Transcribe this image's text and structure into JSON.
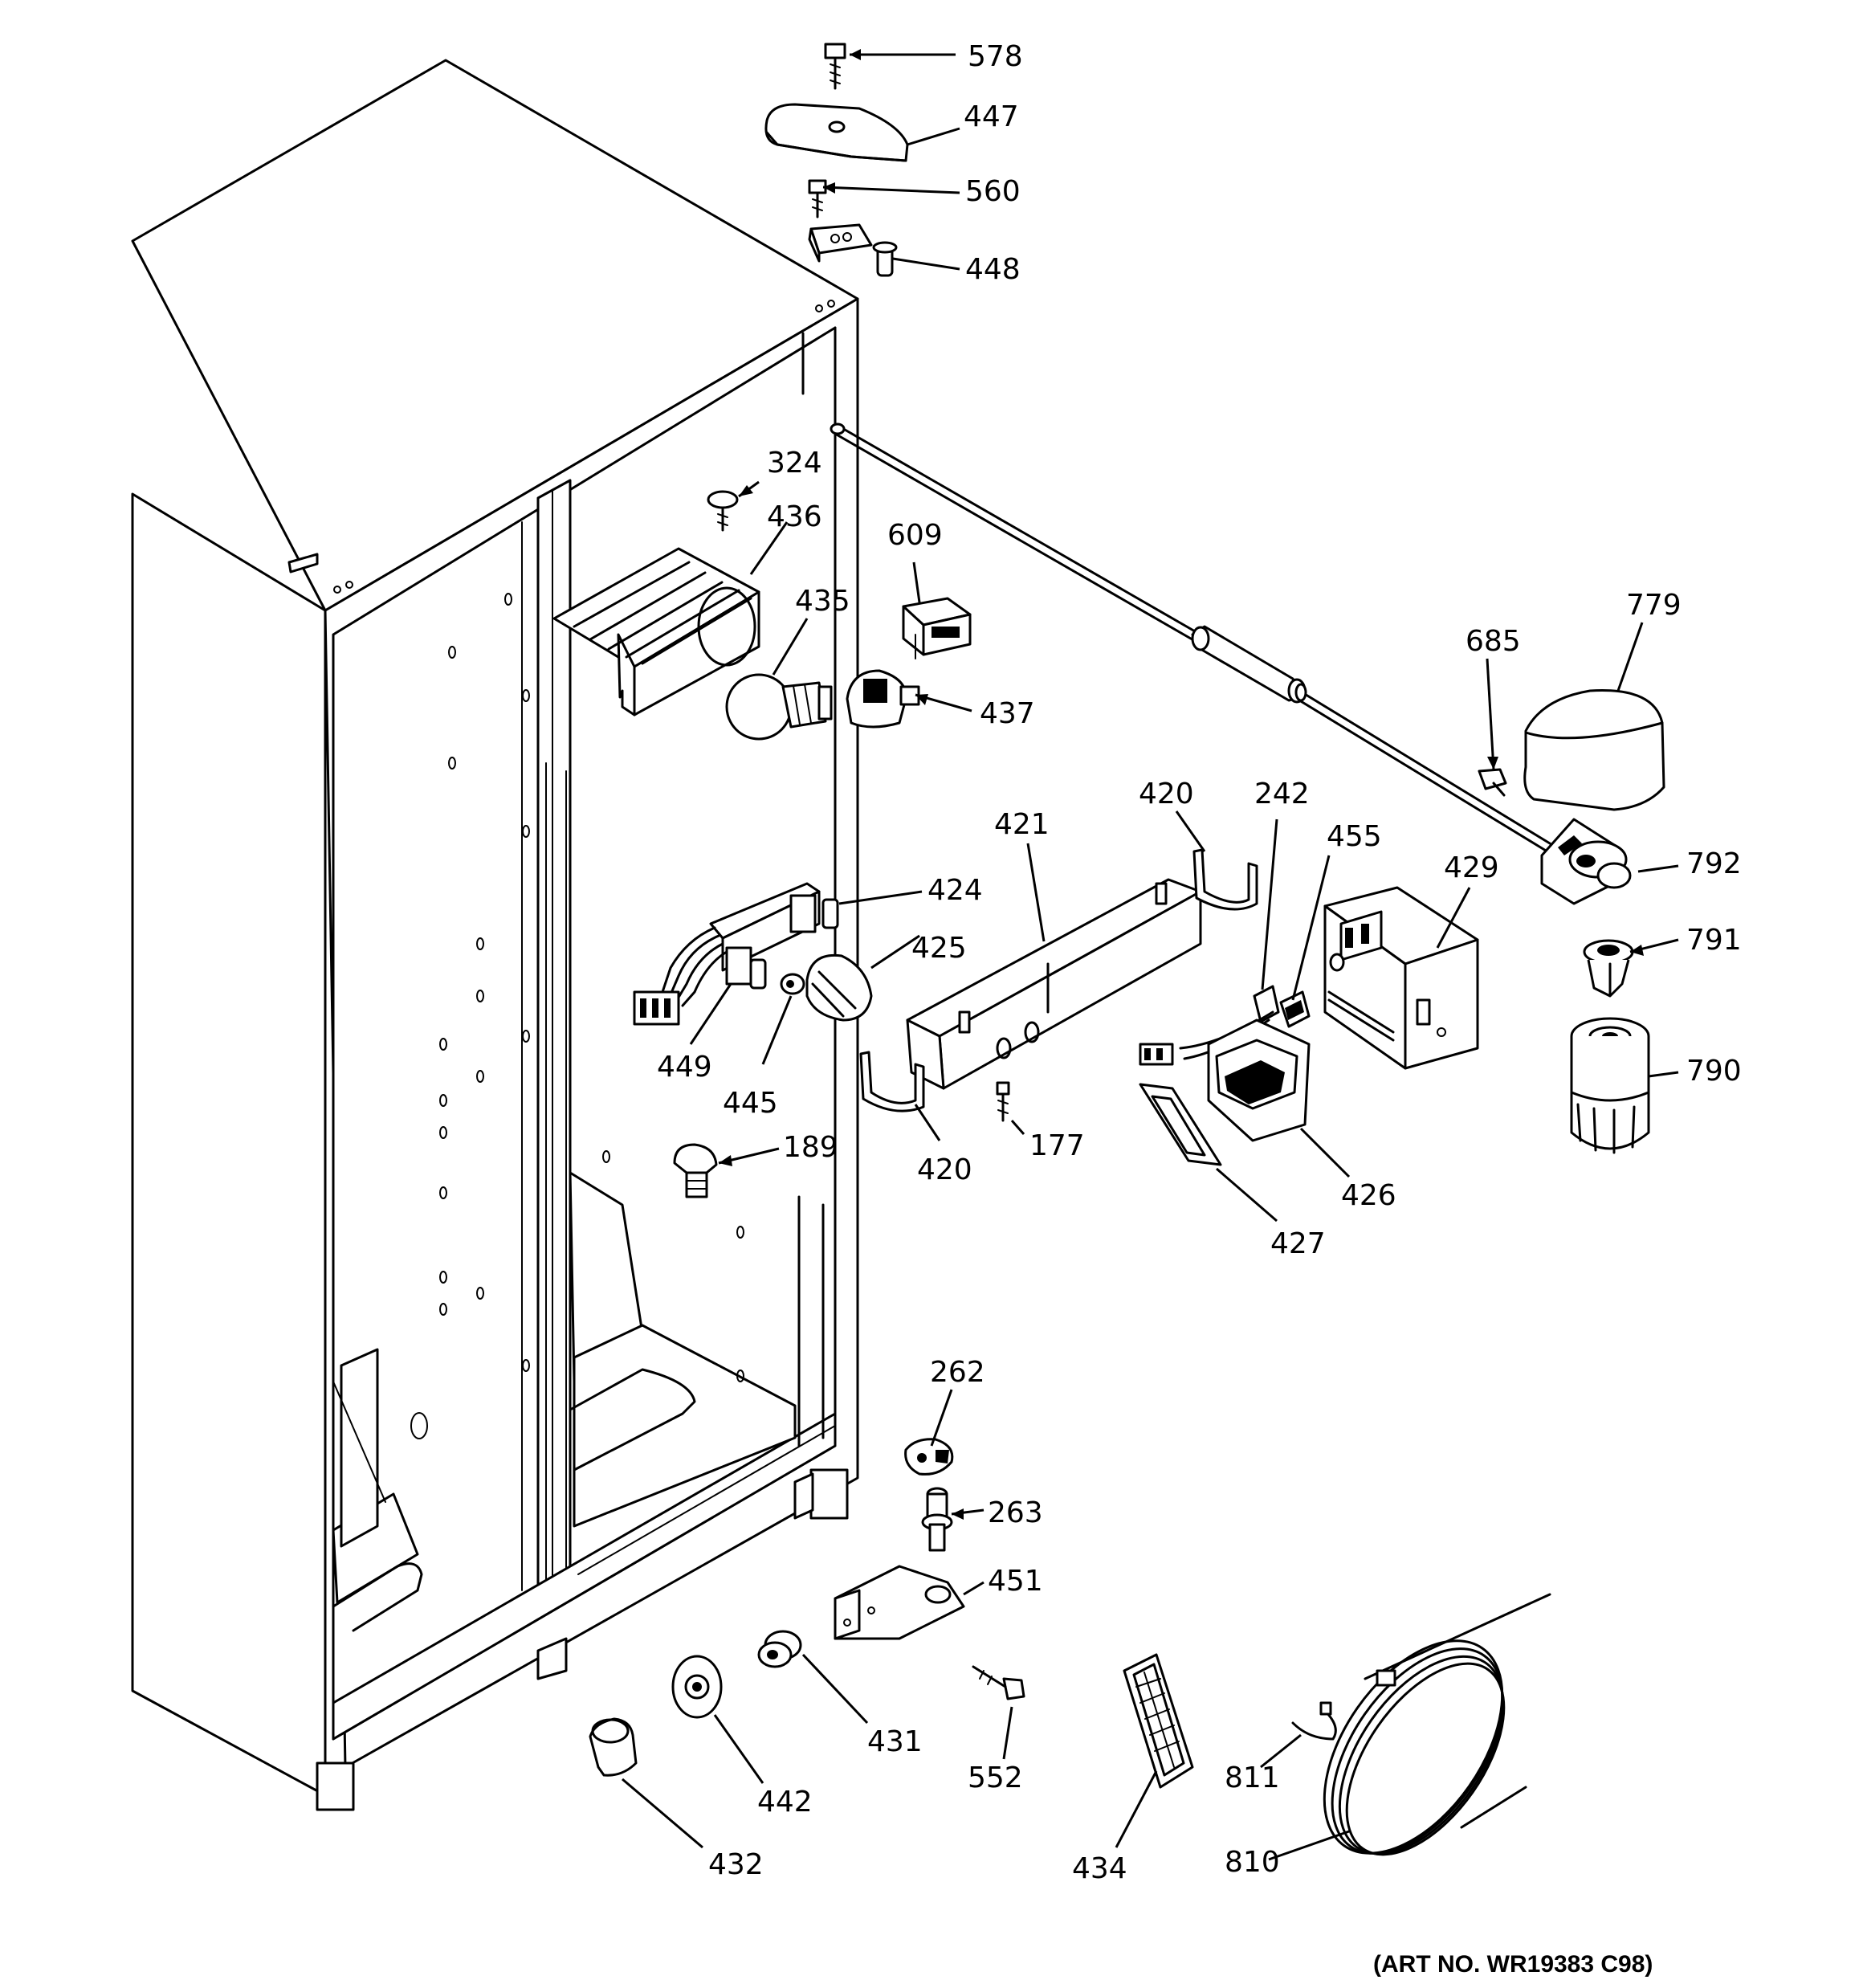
{
  "diagram": {
    "art_number": "(ART NO. WR19383 C98)",
    "part_labels": [
      {
        "id": "578",
        "text": "578"
      },
      {
        "id": "447",
        "text": "447"
      },
      {
        "id": "560",
        "text": "560"
      },
      {
        "id": "448",
        "text": "448"
      },
      {
        "id": "324",
        "text": "324"
      },
      {
        "id": "436",
        "text": "436"
      },
      {
        "id": "609",
        "text": "609"
      },
      {
        "id": "435",
        "text": "435"
      },
      {
        "id": "437",
        "text": "437"
      },
      {
        "id": "779",
        "text": "779"
      },
      {
        "id": "685",
        "text": "685"
      },
      {
        "id": "792",
        "text": "792"
      },
      {
        "id": "791",
        "text": "791"
      },
      {
        "id": "790",
        "text": "790"
      },
      {
        "id": "420a",
        "text": "420"
      },
      {
        "id": "242",
        "text": "242"
      },
      {
        "id": "455",
        "text": "455"
      },
      {
        "id": "429",
        "text": "429"
      },
      {
        "id": "421",
        "text": "421"
      },
      {
        "id": "424",
        "text": "424"
      },
      {
        "id": "425",
        "text": "425"
      },
      {
        "id": "449",
        "text": "449"
      },
      {
        "id": "445",
        "text": "445"
      },
      {
        "id": "420b",
        "text": "420"
      },
      {
        "id": "177",
        "text": "177"
      },
      {
        "id": "426",
        "text": "426"
      },
      {
        "id": "427",
        "text": "427"
      },
      {
        "id": "189",
        "text": "189"
      },
      {
        "id": "262",
        "text": "262"
      },
      {
        "id": "263",
        "text": "263"
      },
      {
        "id": "451",
        "text": "451"
      },
      {
        "id": "431",
        "text": "431"
      },
      {
        "id": "552",
        "text": "552"
      },
      {
        "id": "442",
        "text": "442"
      },
      {
        "id": "432",
        "text": "432"
      },
      {
        "id": "434",
        "text": "434"
      },
      {
        "id": "811",
        "text": "811"
      },
      {
        "id": "810",
        "text": "810"
      }
    ]
  }
}
